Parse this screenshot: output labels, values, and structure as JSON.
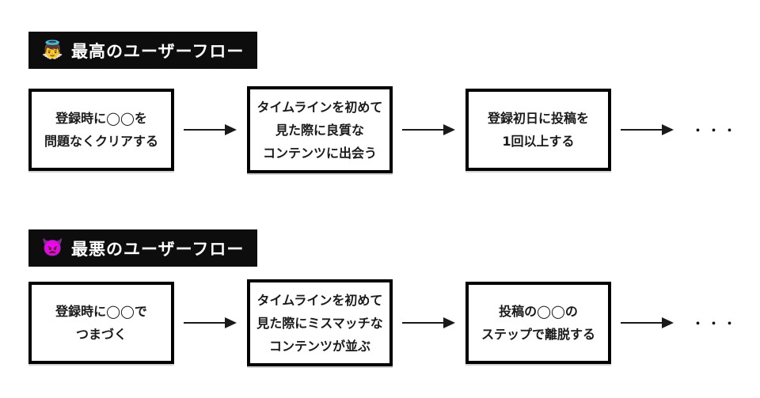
{
  "colors": {
    "background": "#ffffff",
    "header_bg": "#0d0d0d",
    "header_text": "#ffffff",
    "box_border": "#000000",
    "box_text": "#1a1a1a",
    "arrow": "#1a1a1a"
  },
  "flows": [
    {
      "id": "best",
      "header": {
        "emoji": "👼",
        "label": "最高のユーザーフロー"
      },
      "steps": [
        {
          "lines": [
            "登録時に◯◯を",
            "問題なくクリアする"
          ]
        },
        {
          "lines": [
            "タイムラインを初めて",
            "見た際に良質な",
            "コンテンツに出会う"
          ]
        },
        {
          "lines": [
            "登録初日に投稿を",
            "1回以上する"
          ]
        }
      ],
      "ellipsis": "・・・"
    },
    {
      "id": "worst",
      "header": {
        "emoji": "👿",
        "label": "最悪のユーザーフロー"
      },
      "steps": [
        {
          "lines": [
            "登録時に◯◯で",
            "つまづく"
          ]
        },
        {
          "lines": [
            "タイムラインを初めて",
            "見た際にミスマッチな",
            "コンテンツが並ぶ"
          ]
        },
        {
          "lines": [
            "投稿の◯◯の",
            "ステップで離脱する"
          ]
        }
      ],
      "ellipsis": "・・・"
    }
  ]
}
